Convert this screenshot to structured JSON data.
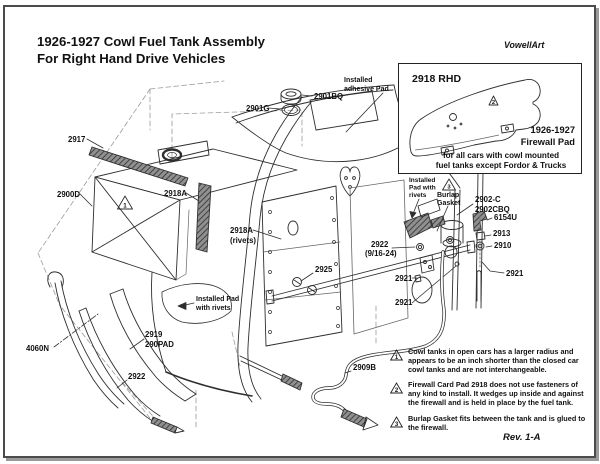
{
  "page": {
    "title_line1": "1926-1927 Cowl Fuel Tank Assembly",
    "title_line2": "For Right Hand Drive Vehicles",
    "credit": "VowellArt",
    "revision": "Rev. 1-A"
  },
  "inset": {
    "part_number": "2918 RHD",
    "warning_num": "2",
    "caption_line1": "1926-1927",
    "caption_line2": "Firewall Pad",
    "note_line1": "for all cars with cowl mounted",
    "note_line2": "fuel tanks except Fordor & Trucks"
  },
  "labels": {
    "p2917": "2917",
    "p2900D": "2900D",
    "p2918A": "2918A",
    "p2901G": "2901G",
    "p2901BQ": "2901BQ",
    "adhesive1": "Installed",
    "adhesive2": "adhesive Pad",
    "rivets1": "2918A",
    "rivets2": "(rivets)",
    "padright1": "Installed",
    "padright2": "Pad with",
    "padright3": "rivets",
    "burlap1": "Burlap",
    "burlap2": "Gasket",
    "burlap_warning_num": "3",
    "tank_warning_num": "1",
    "p2902C": "2902-C",
    "p2902CBQ": "2902CBQ",
    "p6154U": "6154U",
    "p2913": "2913",
    "p2910": "2910",
    "p2921": "2921",
    "p2922": "2922",
    "p91624": "(9/16-24)",
    "p2925": "2925",
    "padleft1": "Installed Pad",
    "padleft2": "with rivets",
    "p2919": "2919",
    "p290PAD": "290PAD",
    "p4060N": "4060N",
    "p2909B": "2909B"
  },
  "notes": [
    {
      "num": "1",
      "text": "Cowl tanks in open cars has a larger radius and appears to be an inch shorter than the closed car cowl tanks and are not interchangeable."
    },
    {
      "num": "2",
      "text": "Firewall Card Pad 2918 does not use fasteners of any kind to install. It wedges up inside and against the firewall and is held in place by the fuel tank."
    },
    {
      "num": "3",
      "text": "Burlap Gasket fits between the tank and is glued to the firewall."
    }
  ]
}
